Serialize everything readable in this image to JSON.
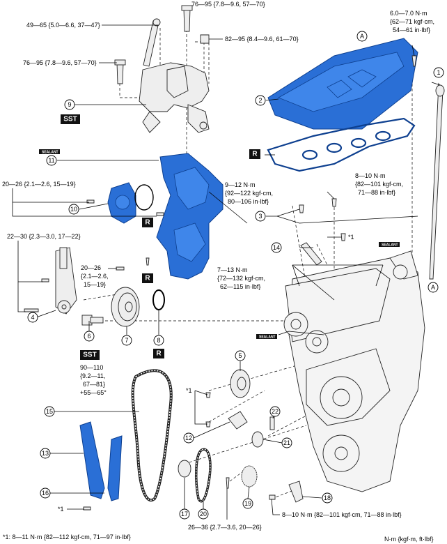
{
  "torque": {
    "t1": "76—95 {7.8—9.6, 57—70}",
    "t2": "49—65 {5.0—6.6, 37—47}",
    "t3": "82—95 {8.4—9.6, 61—70}",
    "t4": "76—95 {7.8—9.6, 57—70}",
    "t5a": "6.0—7.0 N·m",
    "t5b": "{62—71 kgf·cm,",
    "t5c": "54—61 in·lbf}",
    "t6": "20—26 {2.1—2.6, 15—19}",
    "t7a": "9—12 N·m",
    "t7b": "{92—122 kgf·cm,",
    "t7c": "80—106 in·lbf}",
    "t8a": "8—10 N·m",
    "t8b": "{82—101 kgf·cm,",
    "t8c": "71—88 in·lbf}",
    "t9": "22—30 {2.3—3.0, 17—22}",
    "t10a": "20—26",
    "t10b": "{2.1—2.6,",
    "t10c": "15—19}",
    "t11a": "7—13 N·m",
    "t11b": "{72—132 kgf·cm,",
    "t11c": "62—115 in·lbf}",
    "t12a": "90—110",
    "t12b": "{9.2—11,",
    "t12c": "67—81}",
    "t12d": "+55—65°",
    "t13": "*1",
    "t14": "*1",
    "t15": "*1",
    "t16": "8—10 N·m {82—101 kgf·cm, 71—88 in·lbf}",
    "t17": "26—36 {2.7—3.6, 20—26}"
  },
  "footnote": "*1: 8—11 N·m {82—112 kgf·cm, 71—97 in·lbf}",
  "units": "N·m {kgf·m, ft·lbf}",
  "badges": {
    "sst": "SST",
    "r": "R",
    "sealant": "SEALANT"
  },
  "callouts": [
    "1",
    "2",
    "3",
    "4",
    "5",
    "6",
    "7",
    "8",
    "9",
    "10",
    "11",
    "12",
    "13",
    "14",
    "15",
    "16",
    "17",
    "18",
    "19",
    "20",
    "21",
    "22"
  ],
  "refs": {
    "a": "A"
  }
}
